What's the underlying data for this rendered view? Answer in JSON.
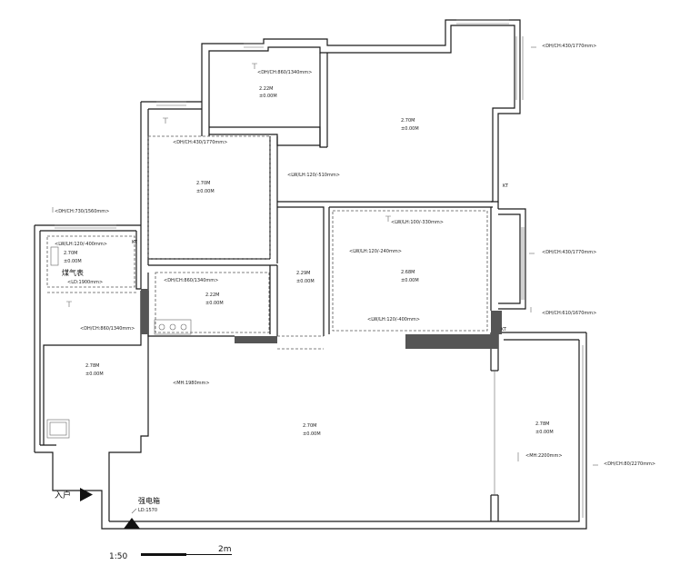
{
  "annotations": {
    "dh_430_1770_top": "<DH/CH:430/1770mm>",
    "dh_860_1340_top": "<DH/CH:860/1340mm>",
    "dh_430_1770_left": "<DH/CH:430/1770mm>",
    "lw_120_510": "<LW/LH:120/-510mm>",
    "dh_730_1560": "<DH/CH:730/1560mm>",
    "lw_120_400_a": "<LW/LH:120/-400mm>",
    "ld_1900": "<LD:1900mm>",
    "dh_860_1340_mid": "<DH/CH:860/1340mm>",
    "dh_860_1340_left": "<DH/CH:860/1340mm>",
    "lw_100_330": "<LW/LH:100/-330mm>",
    "lw_120_240": "<LW/LH:120/-240mm>",
    "lw_120_400_b": "<LW/LH:120/-400mm>",
    "dh_430_1770_right": "<DH/CH:430/1770mm>",
    "dh_610_1670": "<DH/CH:610/1670mm>",
    "mh_1980": "<MH:1980mm>",
    "mh_2200": "<MH:2200mm>",
    "dh_80_2270": "<DH/CH:80/2270mm>"
  },
  "levels": {
    "h_222": "2.22M",
    "h_270": "2.70M",
    "h_268": "2.68M",
    "h_229": "2.29M",
    "h_278": "2.78M",
    "zero": "±0.00M"
  },
  "labels": {
    "kt": "KT",
    "gas_meter": "煤气表",
    "entrance": "入户",
    "panel_name": "强电箱",
    "panel_ld": "LD:1570",
    "scale_ratio": "1:50",
    "scale_length": "2m"
  }
}
